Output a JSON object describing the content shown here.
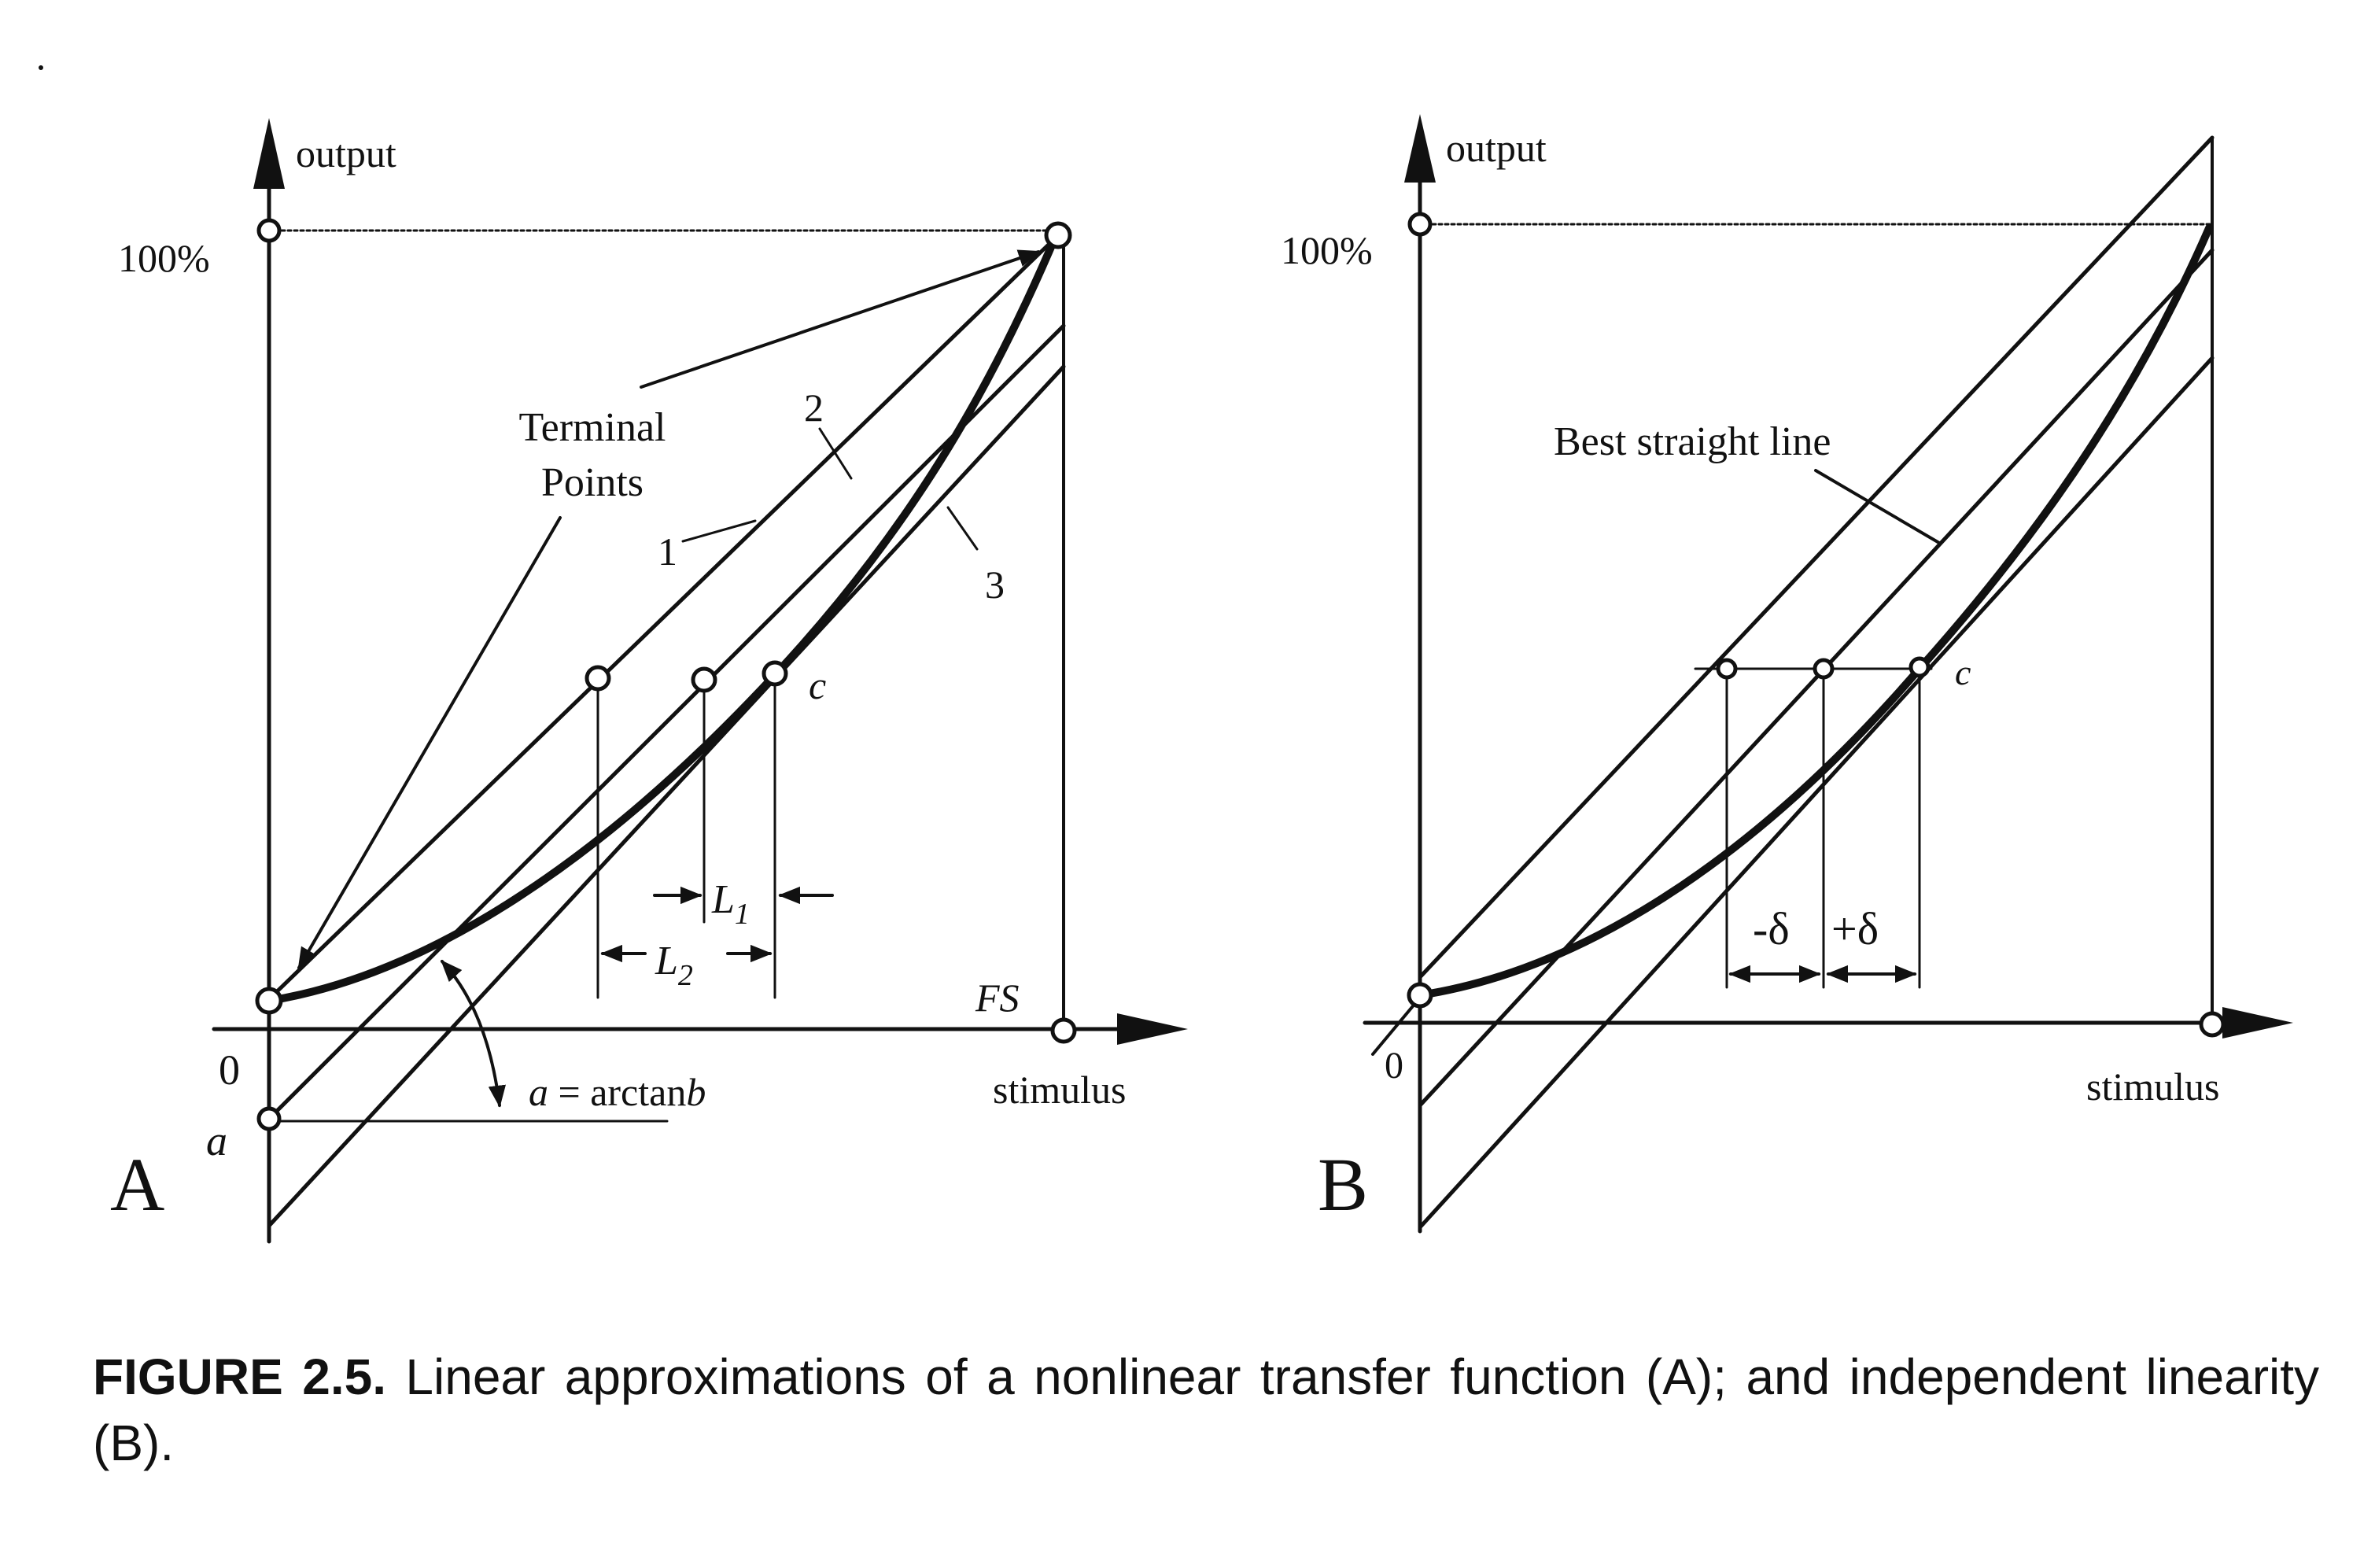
{
  "panel_a": {
    "letter": "A",
    "y_axis_label": "output",
    "x_axis_label": "stimulus",
    "y_tick_100": "100%",
    "origin_label": "0",
    "fs_label": "FS",
    "intercept_label": "a",
    "angle_label_var": "a",
    "angle_label_eq": " = arctan",
    "angle_label_b": "b",
    "terminal_label_line1": "Terminal",
    "terminal_label_line2": "Points",
    "line_label_1": "1",
    "line_label_2": "2",
    "line_label_3": "3",
    "point_c_label": "c",
    "l1_label": "L",
    "l1_sub": "1",
    "l2_label": "L",
    "l2_sub": "2"
  },
  "panel_b": {
    "letter": "B",
    "y_axis_label": "output",
    "x_axis_label": "stimulus",
    "y_tick_100": "100%",
    "origin_label": "0",
    "best_line_label": "Best straight line",
    "point_c_label": "c",
    "minus_delta": "-δ",
    "plus_delta": "+δ"
  },
  "caption": {
    "label": "FIGURE 2.5.",
    "text": " Linear approximations of a nonlinear transfer function (A); and independent linearity (B)."
  }
}
